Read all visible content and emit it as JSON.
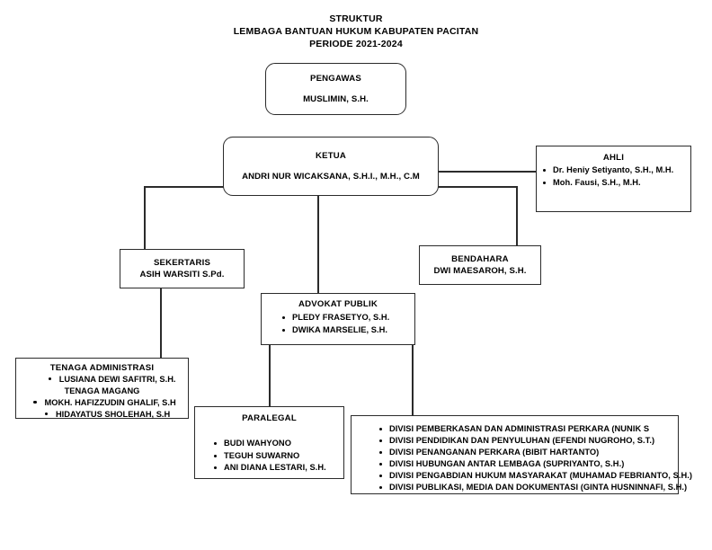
{
  "title": {
    "line1": "STRUKTUR",
    "line2": "LEMBAGA BANTUAN HUKUM KABUPATEN PACITAN",
    "line3": "PERIODE 2021-2024"
  },
  "colors": {
    "border": "#2b2b2b",
    "text": "#000000",
    "background": "#ffffff"
  },
  "nodes": {
    "pengawas": {
      "title": "PENGAWAS",
      "name": "MUSLIMIN, S.H."
    },
    "ketua": {
      "title": "KETUA",
      "name": "ANDRI NUR WICAKSANA, S.H.I., M.H., C.M"
    },
    "ahli": {
      "title": "AHLI",
      "members": [
        "Dr. Heniy Setiyanto, S.H., M.H.",
        "Moh. Fausi, S.H., M.H."
      ]
    },
    "sekertaris": {
      "title": "SEKERTARIS",
      "name": "ASIH WARSITI S.Pd."
    },
    "bendahara": {
      "title": "BENDAHARA",
      "name": "DWI MAESAROH, S.H."
    },
    "advokat_publik": {
      "title": "ADVOKAT PUBLIK",
      "members": [
        "PLEDY FRASETYO, S.H.",
        "DWIKA MARSELIE, S.H."
      ]
    },
    "tenaga_administrasi": {
      "title": "TENAGA ADMINISTRASI",
      "member": "LUSIANA DEWI SAFITRI, S.H.",
      "magang_title": "TENAGA MAGANG",
      "magang_members": [
        "MOKH. HAFIZZUDIN GHALIF, S.H",
        "HIDAYATUS SHOLEHAH, S.H"
      ]
    },
    "paralegal": {
      "title": "PARALEGAL",
      "members": [
        "BUDI WAHYONO",
        "TEGUH SUWARNO",
        "ANI DIANA LESTARI, S.H."
      ]
    },
    "divisi": {
      "items": [
        "DIVISI PEMBERKASAN DAN ADMINISTRASI PERKARA (NUNIK S",
        "DIVISI PENDIDIKAN DAN PENYULUHAN (EFENDI NUGROHO, S.T.)",
        "DIVISI PENANGANAN PERKARA (BIBIT HARTANTO)",
        "DIVISI HUBUNGAN ANTAR LEMBAGA (SUPRIYANTO, S.H.)",
        "DIVISI PENGABDIAN HUKUM MASYARAKAT (MUHAMAD FEBRIANTO, S.H.)",
        "DIVISI PUBLIKASI, MEDIA DAN DOKUMENTASI (GINTA HUSNINNAFI, S.H.)"
      ]
    }
  }
}
